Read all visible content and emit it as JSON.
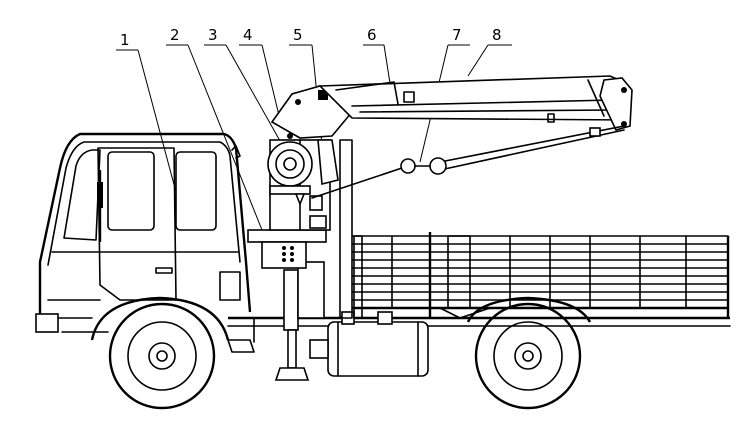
{
  "diagram": {
    "callouts": [
      {
        "id": "1",
        "label": "1"
      },
      {
        "id": "2",
        "label": "2"
      },
      {
        "id": "3",
        "label": "3"
      },
      {
        "id": "4",
        "label": "4"
      },
      {
        "id": "5",
        "label": "5"
      },
      {
        "id": "6",
        "label": "6"
      },
      {
        "id": "7",
        "label": "7"
      },
      {
        "id": "8",
        "label": "8"
      }
    ]
  }
}
